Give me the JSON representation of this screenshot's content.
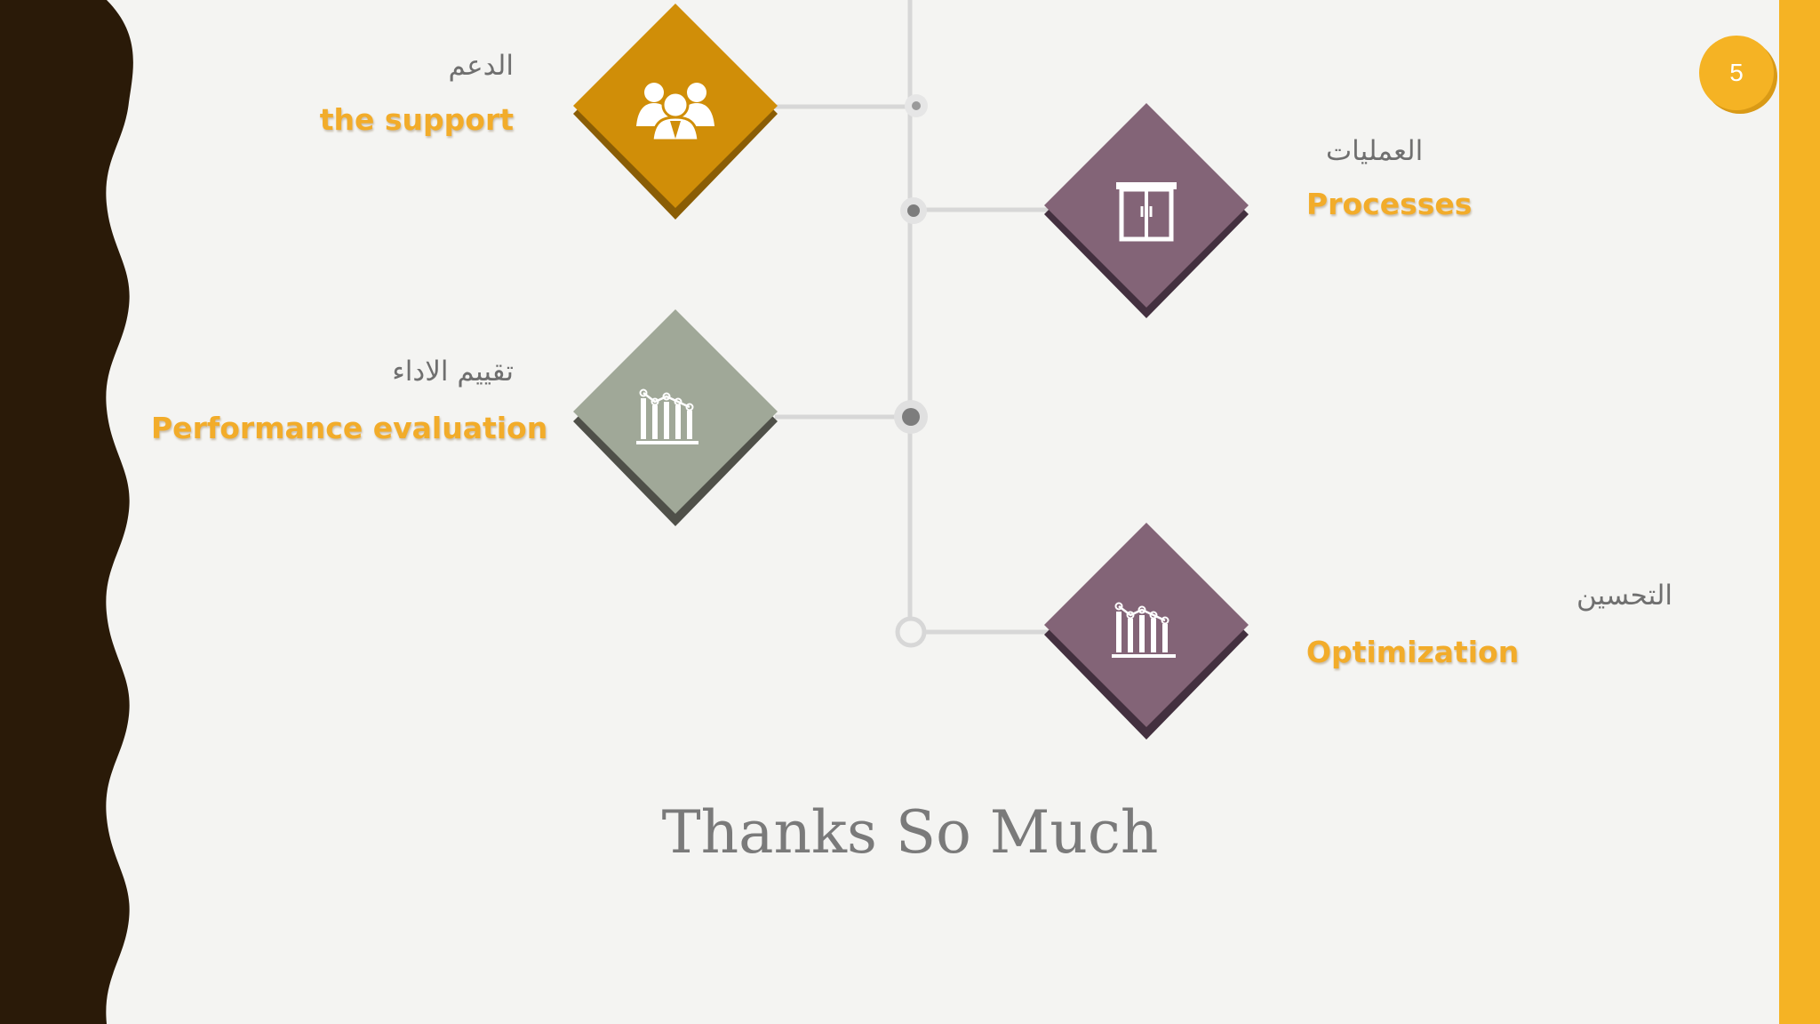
{
  "colors": {
    "accent": "#f5b324",
    "dark_band": "#2a1a08",
    "gold": "#d08e08",
    "purple": "#836477",
    "sage": "#a0a898",
    "line": "#d7d7d7",
    "dot": "#7d7d7d",
    "label_en": "#f2ac2a"
  },
  "slide_number": "5",
  "items": [
    {
      "ar": "الدعم",
      "en": "the support",
      "icon": "people-icon"
    },
    {
      "ar": "العمليات",
      "en": "Processes",
      "icon": "cabinet-icon"
    },
    {
      "ar": "تقييم الاداء",
      "en": "Performance evaluation",
      "icon": "bar-chart-icon"
    },
    {
      "ar": "التحسين",
      "en": "Optimization",
      "icon": "bar-chart-icon"
    }
  ],
  "closing": "Thanks So Much"
}
